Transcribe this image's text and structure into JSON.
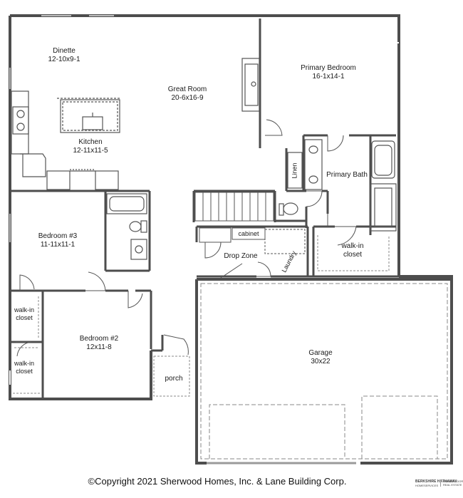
{
  "rooms": {
    "dinette": {
      "name": "Dinette",
      "dims": "12-10x9-1"
    },
    "great_room": {
      "name": "Great Room",
      "dims": "20-6x16-9"
    },
    "primary_bedroom": {
      "name": "Primary Bedroom",
      "dims": "16-1x14-1"
    },
    "kitchen": {
      "name": "Kitchen",
      "dims": "12-11x11-5"
    },
    "linen": {
      "name": "Linen"
    },
    "primary_bath": {
      "name": "Primary Bath"
    },
    "bedroom3": {
      "name": "Bedroom #3",
      "dims": "11-11x11-1"
    },
    "cabinet": {
      "name": "cabinet"
    },
    "drop_zone": {
      "name": "Drop Zone"
    },
    "laundry": {
      "name": "Laundry"
    },
    "walkin_primary": {
      "line1": "walk-in",
      "line2": "closet"
    },
    "walkin_a": {
      "line1": "walk-in",
      "line2": "closet"
    },
    "walkin_b": {
      "line1": "walk-in",
      "line2": "closet"
    },
    "bedroom2": {
      "name": "Bedroom #2",
      "dims": "12x11-8"
    },
    "garage": {
      "name": "Garage",
      "dims": "30x22"
    },
    "porch": {
      "name": "porch"
    }
  },
  "footer": {
    "copyright": "©Copyright 2021 Sherwood Homes, Inc. & Lane Building Corp."
  },
  "logo": {
    "brand": "BERKSHIRE HATHAWAY",
    "sub": "HOMESERVICES",
    "tag": "AMBASSADOR REAL ESTATE"
  },
  "colors": {
    "wall": "#4d4d4d",
    "fixture": "#555555",
    "dashed": "#888888"
  }
}
